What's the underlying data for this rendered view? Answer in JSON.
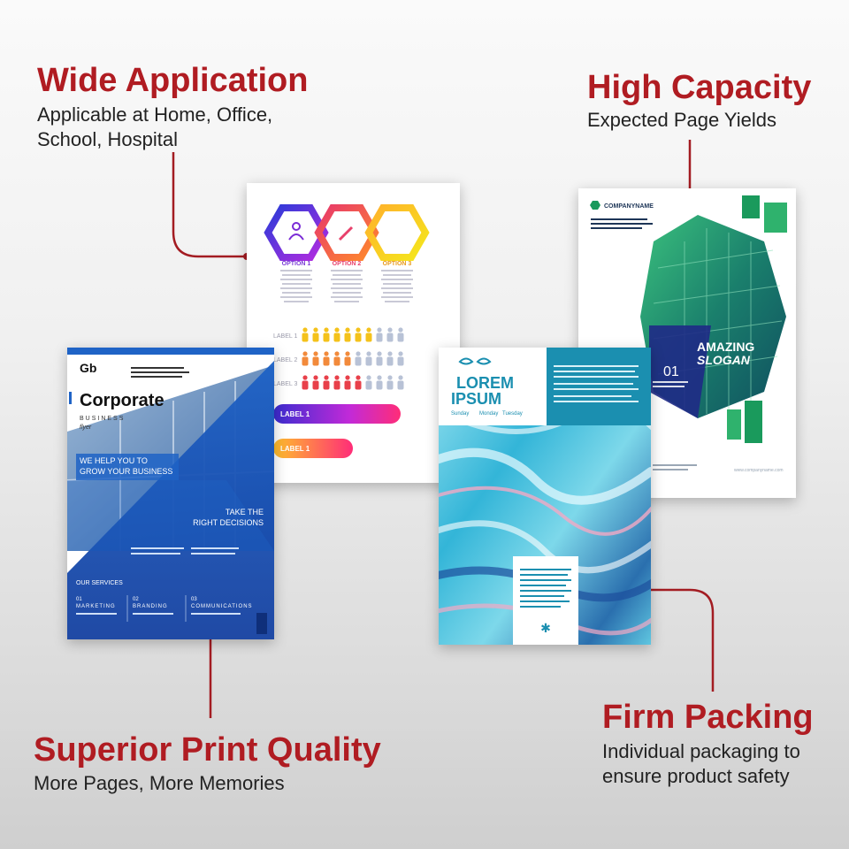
{
  "features": {
    "wide": {
      "title": "Wide Application",
      "line1": "Applicable at Home, Office,",
      "line2": "School, Hospital"
    },
    "capacity": {
      "title": "High Capacity",
      "line1": "Expected Page Yields"
    },
    "quality": {
      "title": "Superior Print Quality",
      "line1": "More Pages, More Memories"
    },
    "packing": {
      "title": "Firm Packing",
      "line1": "Individual packaging to",
      "line2": "ensure product safety"
    }
  },
  "infographic": {
    "options": [
      "OPTION 1",
      "OPTION 2",
      "OPTION 3"
    ],
    "labels": [
      "LABEL 1",
      "LABEL 2",
      "LABEL 3"
    ],
    "bar1": "LABEL 1",
    "bar2": "LABEL 1"
  },
  "corporate": {
    "logo": "Gb",
    "title": "Corporate",
    "subtitle": "BUSINESS",
    "script": "flyer",
    "headline1": "WE HELP YOU TO",
    "headline2": "GROW YOUR BUSINESS",
    "take1": "TAKE THE",
    "take2": "RIGHT DECISIONS",
    "services": "OUR SERVICES",
    "s1_num": "01",
    "s1": "MARKETING",
    "s2_num": "02",
    "s2": "BRANDING",
    "s3_num": "03",
    "s3": "COMMUNICATIONS"
  },
  "lorem": {
    "title1": "LOREM",
    "title2": "IPSUM",
    "days": [
      "Sunday",
      "Monday",
      "Tuesday"
    ]
  },
  "company": {
    "name": "COMPANYNAME",
    "slogan1": "AMAZING",
    "slogan2": "SLOGAN",
    "number": "01",
    "website": "www.companyname.com"
  },
  "colors": {
    "accent": "#b01c22",
    "blue": "#1f63c6",
    "green": "#1a9a5c",
    "teal": "#1b8fb0"
  }
}
